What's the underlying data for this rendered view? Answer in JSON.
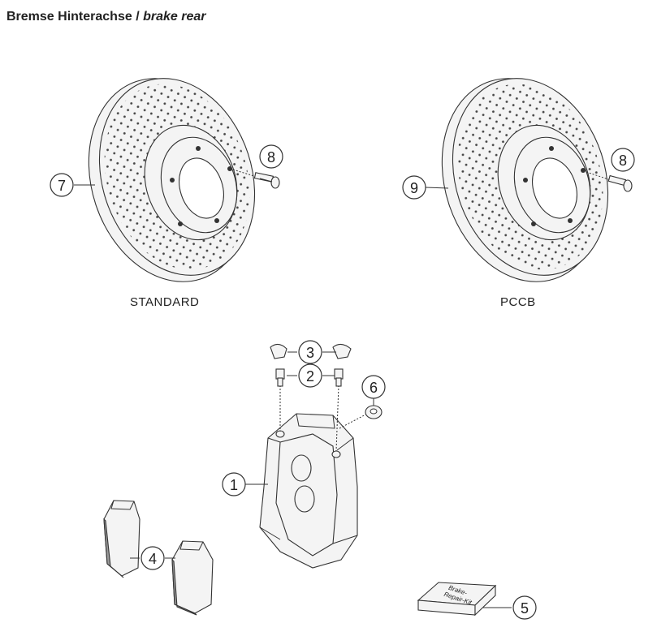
{
  "title": {
    "german": "Bremse Hinterachse",
    "separator": " / ",
    "english": "brake rear"
  },
  "captions": {
    "standard": "STANDARD",
    "pccb": "PCCB"
  },
  "callouts": {
    "c1": "1",
    "c2": "2",
    "c3": "3",
    "c4": "4",
    "c5": "5",
    "c6": "6",
    "c7": "7",
    "c8a": "8",
    "c8b": "8",
    "c9": "9"
  },
  "repair_kit": {
    "line1": "Brake-",
    "line2": "Repair-Kit"
  }
}
